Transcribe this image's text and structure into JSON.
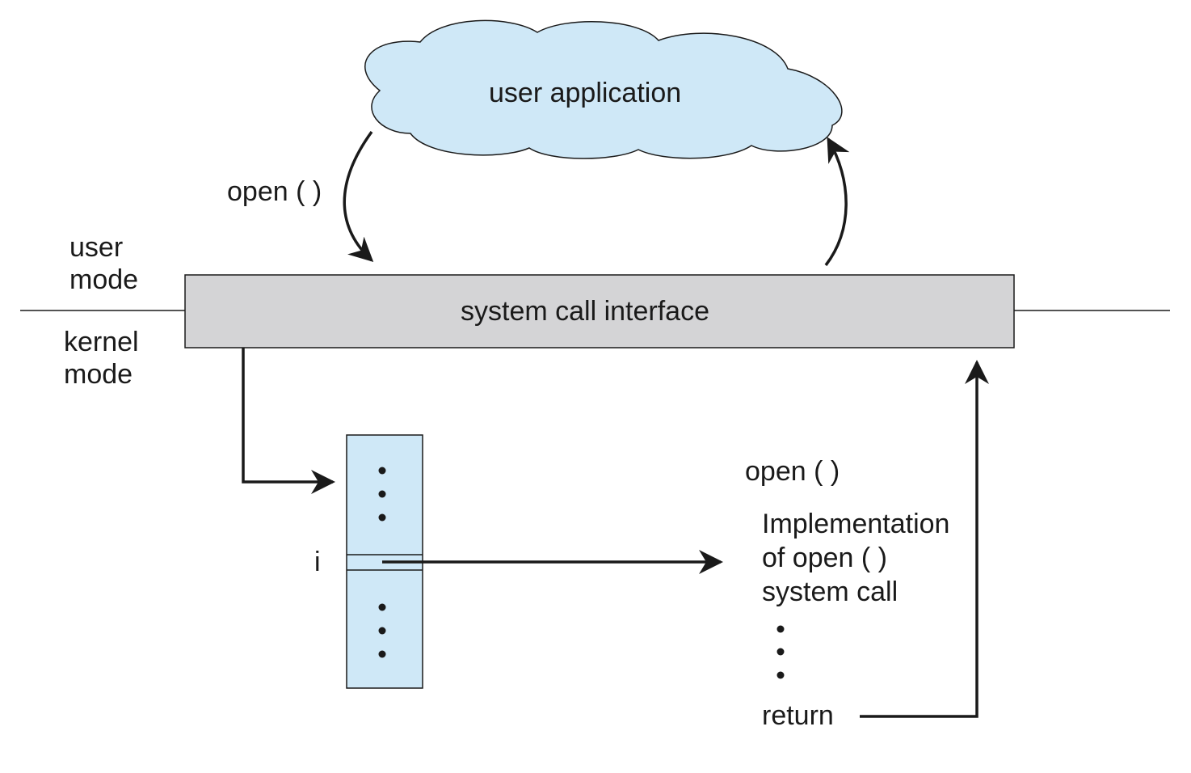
{
  "labels": {
    "user_application": "user application",
    "open_call": "open ( )",
    "user_mode": [
      "user",
      "mode"
    ],
    "kernel_mode": [
      "kernel",
      "mode"
    ],
    "system_call_interface": "system call interface",
    "index": "i",
    "open_impl_header": "open ( )",
    "implementation": [
      "Implementation",
      "of open ( )",
      "system call"
    ],
    "return": "return"
  },
  "colors": {
    "cloud_fill": "#cfe8f7",
    "table_fill": "#cfe8f7",
    "interface_fill": "#d4d4d6",
    "stroke": "#1a1a1a"
  }
}
